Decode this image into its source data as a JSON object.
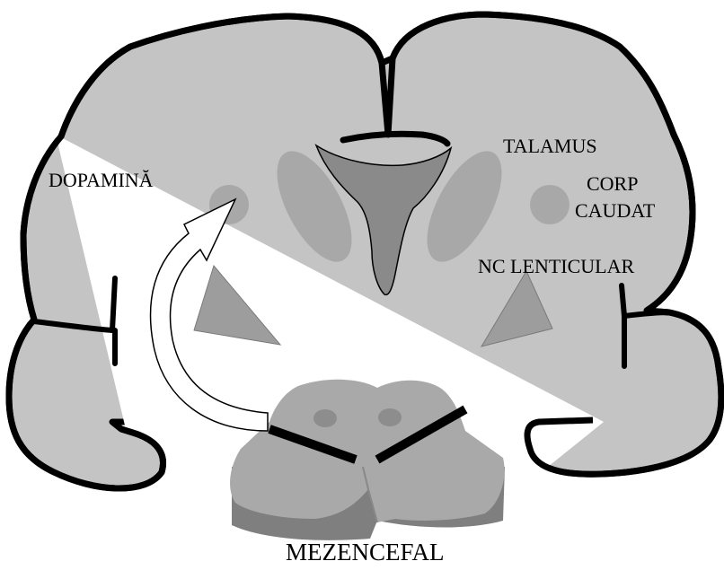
{
  "labels": {
    "dopamina": "DOPAMINĂ",
    "talamus": "TALAMUS",
    "corp": "CORP",
    "caudat": "CAUDAT",
    "nc_lenticular": "NC LENTICULAR",
    "mezencefal": "MEZENCEFAL"
  },
  "colors": {
    "brain_fill": "#c4c4c4",
    "nucleus_fill": "#a8a8a8",
    "ventricle_fill": "#8a8a8a",
    "triangle_fill": "#9d9d9d",
    "midbrain_top": "#a9a9a9",
    "midbrain_side": "#7f7f7f",
    "outline": "#000000"
  }
}
